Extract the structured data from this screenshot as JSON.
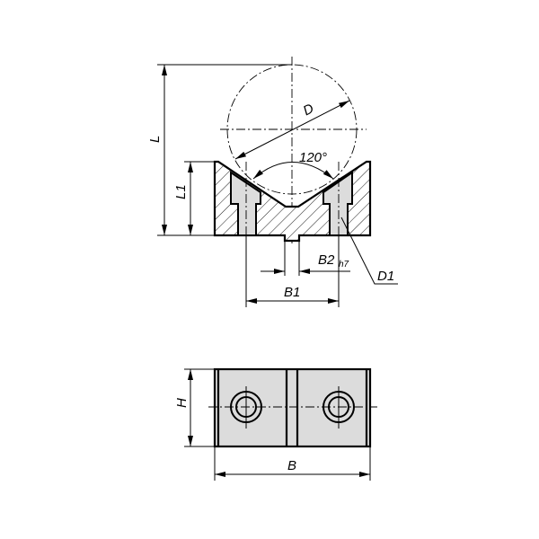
{
  "drawing": {
    "dimensions": {
      "L": "L",
      "L1": "L1",
      "D": "D",
      "angle": "120°",
      "B1": "B1",
      "B2": "B2",
      "B2_tolerance": "h7",
      "D1": "D1",
      "H": "H",
      "B": "B"
    },
    "colors": {
      "fill": "#dcdcdc",
      "line": "#000000"
    }
  }
}
